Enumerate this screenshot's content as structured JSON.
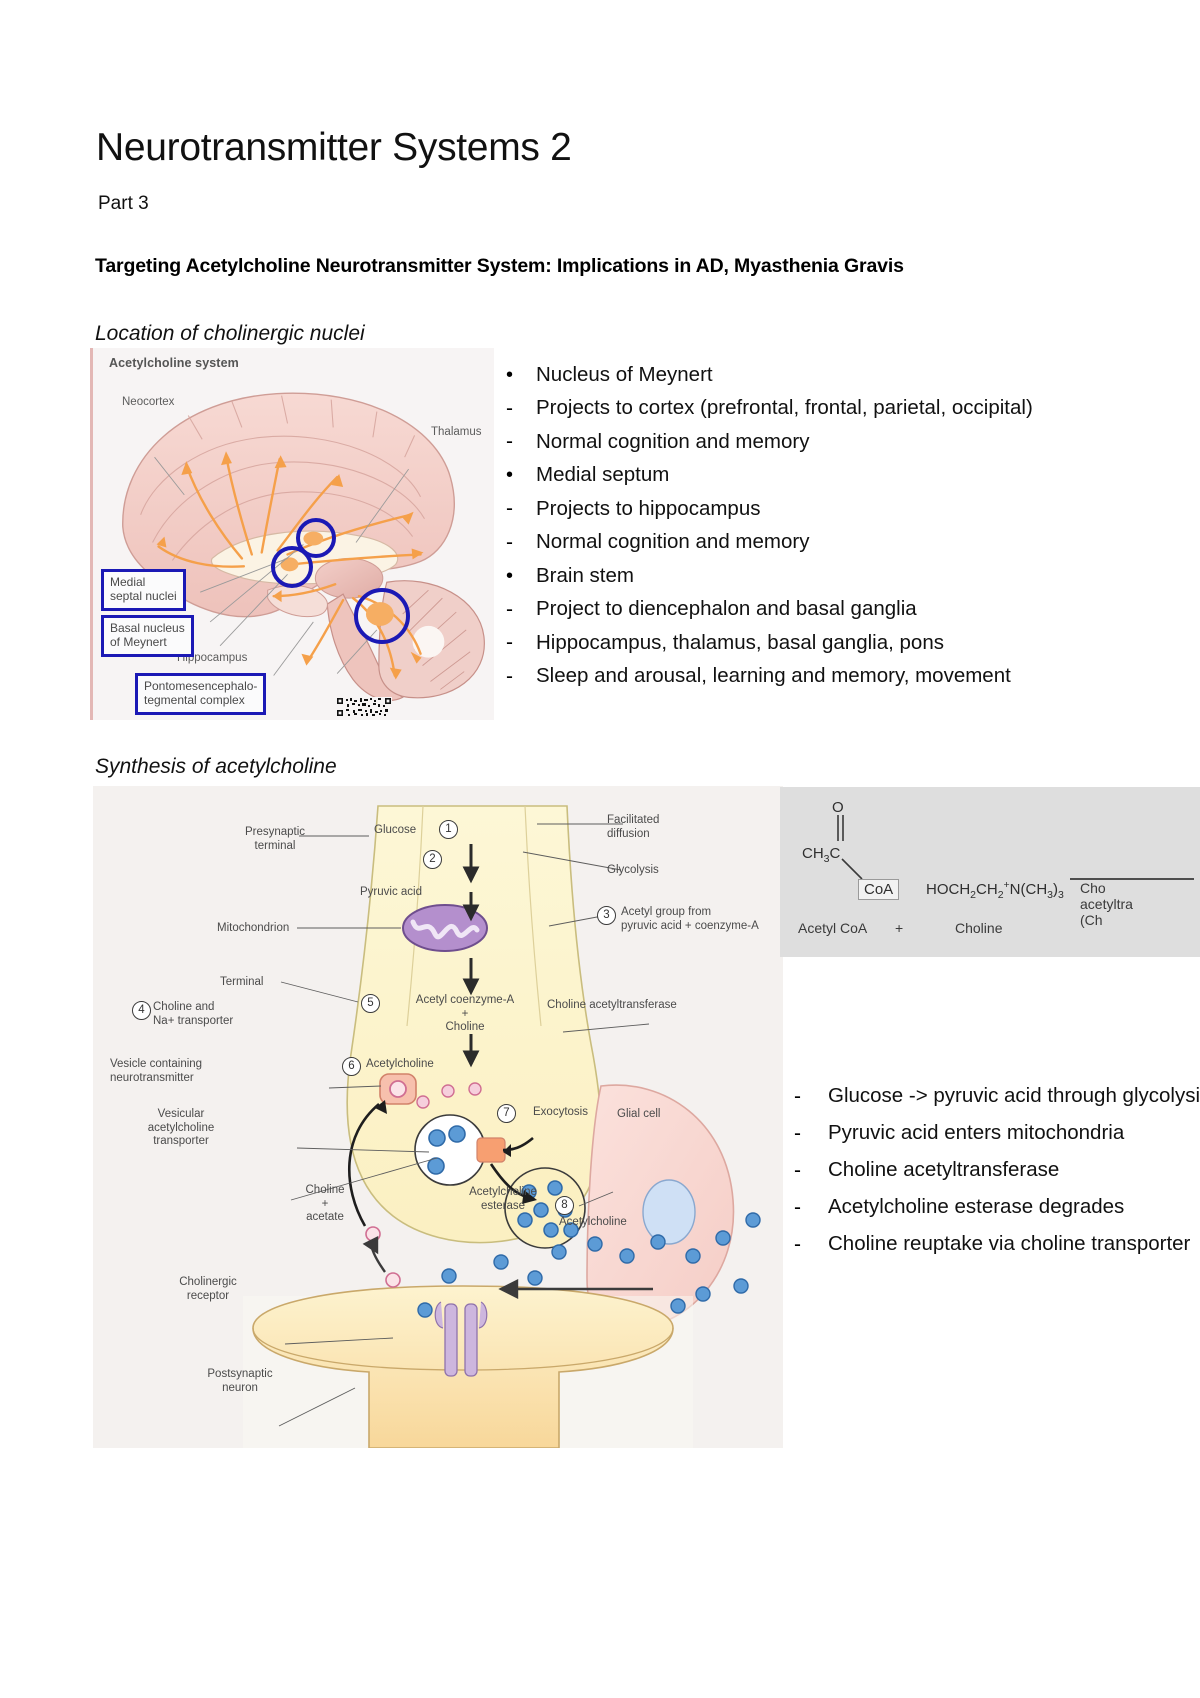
{
  "document": {
    "title": "Neurotransmitter Systems 2",
    "part_label": "Part 3",
    "section_heading": "Targeting Acetylcholine Neurotransmitter System: Implications in AD, Myasthenia Gravis"
  },
  "section_location": {
    "heading": "Location of cholinergic nuclei",
    "figure": {
      "caption": "Acetylcholine system",
      "labels": {
        "neocortex": "Neocortex",
        "thalamus": "Thalamus",
        "hippocampus": "Hippocampus"
      },
      "boxed_labels": [
        "Medial\nseptal nuclei",
        "Basal nucleus\nof Meynert",
        "Pontomesencephalo-\ntegmental complex"
      ],
      "boxed_label_1_line1": "Medial",
      "boxed_label_1_line2": "septal nuclei",
      "boxed_label_2_line1": "Basal nucleus",
      "boxed_label_2_line2": "of Meynert",
      "boxed_label_3_line1": "Pontomesencephalo-",
      "boxed_label_3_line2": "tegmental complex",
      "highlight_color": "#1b19b5",
      "pathway_color": "#f5a04a"
    },
    "bullets": [
      {
        "mark": "•",
        "text": "Nucleus of Meynert"
      },
      {
        "mark": "-",
        "text": "Projects to cortex (prefrontal, frontal, parietal, occipital)"
      },
      {
        "mark": "-",
        "text": "Normal cognition and memory"
      },
      {
        "mark": "•",
        "text": "Medial septum"
      },
      {
        "mark": "-",
        "text": "Projects to hippocampus"
      },
      {
        "mark": "-",
        "text": "Normal cognition and memory"
      },
      {
        "mark": "•",
        "text": "Brain stem"
      },
      {
        "mark": "-",
        "text": "Project to diencephalon and basal ganglia"
      },
      {
        "mark": "-",
        "text": "Hippocampus, thalamus, basal ganglia, pons"
      },
      {
        "mark": "-",
        "text": "Sleep and arousal, learning and memory, movement"
      }
    ]
  },
  "section_synthesis": {
    "heading": "Synthesis of acetylcholine",
    "figure": {
      "labels": {
        "presynaptic_terminal_l1": "Presynaptic",
        "presynaptic_terminal_l2": "terminal",
        "mitochondrion": "Mitochondrion",
        "terminal": "Terminal",
        "glucose": "Glucose",
        "pyruvic_acid": "Pyruvic acid",
        "facilitated_l1": "Facilitated",
        "facilitated_l2": "diffusion",
        "glycolysis": "Glycolysis",
        "acetyl_group_l1": "Acetyl group from",
        "acetyl_group_l2": "pyruvic acid + coenzyme-A",
        "choline_na_l1": "Choline and",
        "choline_na_l2": "Na+ transporter",
        "acetyl_coenzyme_a": "Acetyl coenzyme-A",
        "plus": "+",
        "choline": "Choline",
        "choline_acetyltransferase": "Choline acetyltransferase",
        "vesicle_l1": "Vesicle containing",
        "vesicle_l2": "neurotransmitter",
        "vat_l1": "Vesicular",
        "vat_l2": "acetylcholine",
        "vat_l3": "transporter",
        "acetylcholine": "Acetylcholine",
        "exocytosis": "Exocytosis",
        "ache_l1": "Acetylcholine",
        "ache_l2": "esterase",
        "acetylcholine_right": "Acetylcholine",
        "choline_acetate_l1": "Choline",
        "choline_acetate_l2": "+",
        "choline_acetate_l3": "acetate",
        "cholinergic_receptor_l1": "Cholinergic",
        "cholinergic_receptor_l2": "receptor",
        "postsynaptic_l1": "Postsynaptic",
        "postsynaptic_l2": "neuron",
        "glial_cell": "Glial cell"
      },
      "step_numbers": [
        "1",
        "2",
        "3",
        "4",
        "5",
        "6",
        "7",
        "8"
      ]
    },
    "chemistry": {
      "acetyl_methyl": "CH",
      "acetyl_methyl_sub": "3",
      "acetyl_carbon": "C",
      "oxygen": "O",
      "coa_box": "CoA",
      "choline_formula_a": "HOCH",
      "choline_formula_sub1": "2",
      "choline_formula_b": "CH",
      "choline_formula_sub2": "2",
      "choline_formula_n": "N(CH",
      "choline_formula_sub3": "3",
      "choline_formula_end": ")",
      "choline_formula_sub4": "3",
      "n_charge": "+",
      "label_acetyl_coa": "Acetyl CoA",
      "label_plus": "+",
      "label_choline": "Choline",
      "label_enzyme_l1": "Cho",
      "label_enzyme_l2": "acetyltra",
      "label_enzyme_l3": "(Ch",
      "panel_bg": "#dedede"
    },
    "bullets": [
      {
        "mark": "-",
        "text": "Glucose -> pyruvic acid through glycolysis"
      },
      {
        "mark": "-",
        "text": "Pyruvic acid enters mitochondria"
      },
      {
        "mark": "-",
        "text": "Choline acetyltransferase"
      },
      {
        "mark": "-",
        "text": "Acetylcholine esterase degrades"
      },
      {
        "mark": "-",
        "text": "Choline reuptake via choline transporter"
      }
    ]
  }
}
